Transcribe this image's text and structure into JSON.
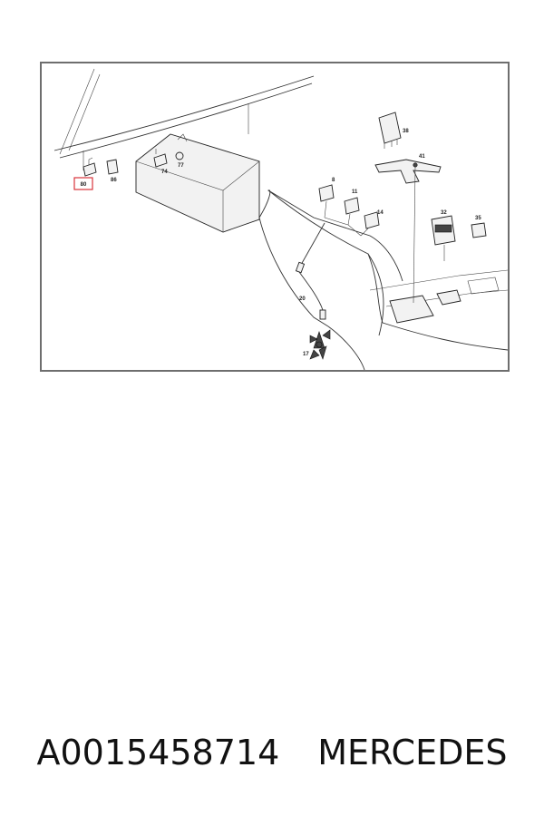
{
  "diagram": {
    "highlight_color": "#d8343b",
    "callouts": {
      "p80": "80",
      "p86": "86",
      "p74": "74",
      "p77": "77",
      "p38": "38",
      "p41": "41",
      "p8": "8",
      "p11": "11",
      "p14": "14",
      "p32": "32",
      "p35": "35",
      "p20": "20",
      "p17": "17"
    }
  },
  "caption": {
    "part_number": "A0015458714",
    "brand": "MERCEDES"
  }
}
